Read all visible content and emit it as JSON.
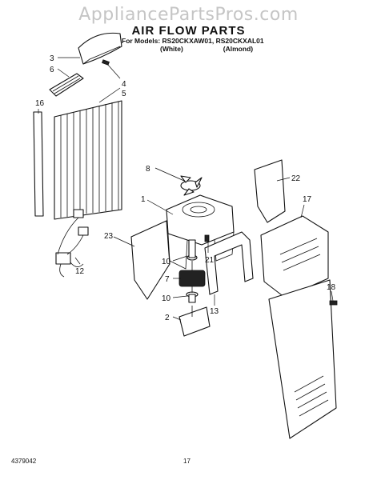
{
  "watermark": "AppliancePartsPros.com",
  "title": "AIR FLOW PARTS",
  "models_line": "For Models: RS20CKXAW01, RS20CKXAL01",
  "variants": [
    "(White)",
    "(Almond)"
  ],
  "callouts": {
    "c1": "1",
    "c2": "2",
    "c3": "3",
    "c4": "4",
    "c5": "5",
    "c6": "6",
    "c7": "7",
    "c8": "8",
    "c10a": "10",
    "c10b": "10",
    "c12": "12",
    "c13": "13",
    "c16": "16",
    "c17": "17",
    "c18": "18",
    "c21": "21",
    "c22": "22",
    "c23": "23"
  },
  "footer": {
    "doc_number": "4379042",
    "page_number": "17"
  }
}
